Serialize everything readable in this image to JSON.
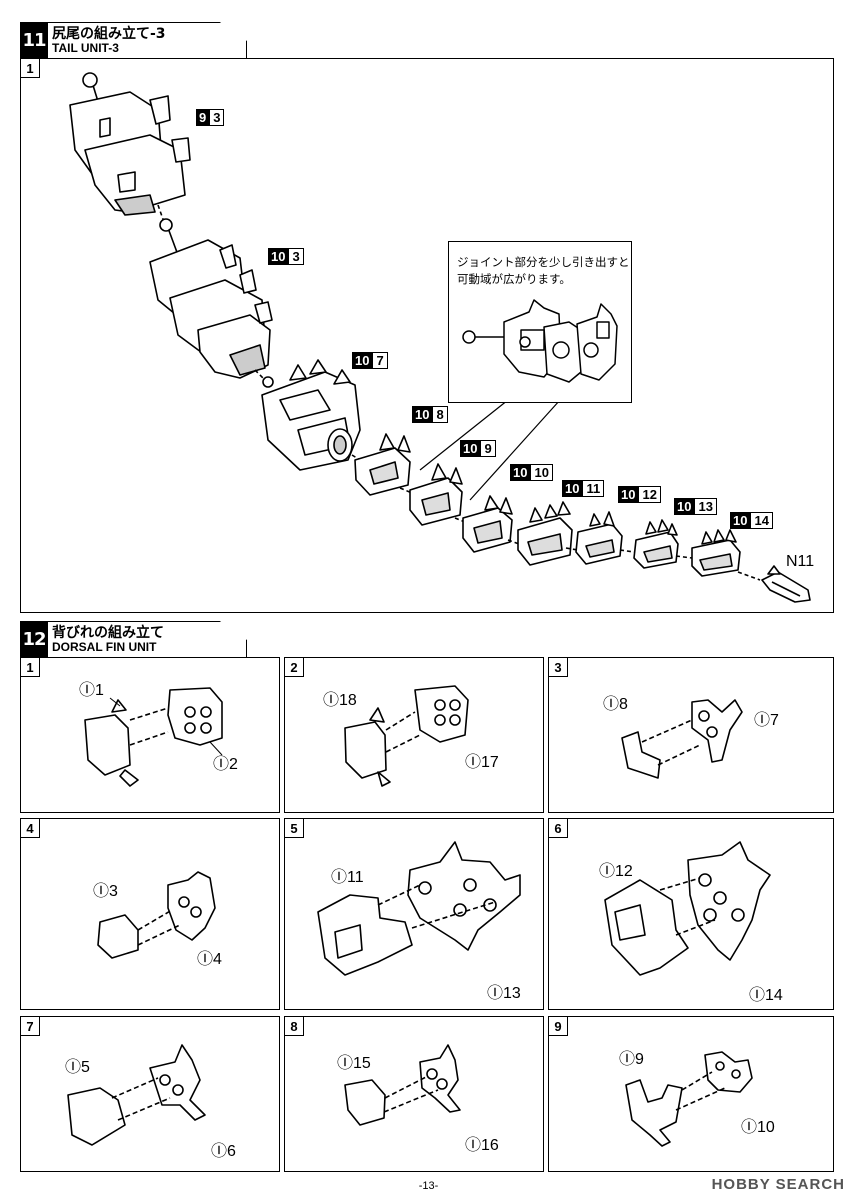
{
  "section_tail": {
    "number": "11",
    "title_jp": "尻尾の組み立て-3",
    "title_en": "TAIL UNIT-3",
    "step": "1"
  },
  "tail_parts": {
    "p93": {
      "a": "9",
      "b": "3"
    },
    "p103": {
      "a": "10",
      "b": "3"
    },
    "p107": {
      "a": "10",
      "b": "7"
    },
    "p108": {
      "a": "10",
      "b": "8"
    },
    "p109": {
      "a": "10",
      "b": "9"
    },
    "p1010": {
      "a": "10",
      "b": "10"
    },
    "p1011": {
      "a": "10",
      "b": "11"
    },
    "p1012": {
      "a": "10",
      "b": "12"
    },
    "p1013": {
      "a": "10",
      "b": "13"
    },
    "p1014": {
      "a": "10",
      "b": "14"
    },
    "n11": "N11"
  },
  "callout_text": {
    "line1": "ジョイント部分を少し引き出すと",
    "line2": "可動域が広がります。"
  },
  "section_fin": {
    "number": "12",
    "title_jp": "背びれの組み立て",
    "title_en": "DORSAL FIN UNIT"
  },
  "steps": [
    {
      "n": "1",
      "a": "Ⓘ1",
      "b": "Ⓘ2"
    },
    {
      "n": "2",
      "a": "Ⓘ18",
      "b": "Ⓘ17"
    },
    {
      "n": "3",
      "a": "Ⓘ8",
      "b": "Ⓘ7"
    },
    {
      "n": "4",
      "a": "Ⓘ3",
      "b": "Ⓘ4"
    },
    {
      "n": "5",
      "a": "Ⓘ11",
      "b": "Ⓘ13"
    },
    {
      "n": "6",
      "a": "Ⓘ12",
      "b": "Ⓘ14"
    },
    {
      "n": "7",
      "a": "Ⓘ5",
      "b": "Ⓘ6"
    },
    {
      "n": "8",
      "a": "Ⓘ15",
      "b": "Ⓘ16"
    },
    {
      "n": "9",
      "a": "Ⓘ9",
      "b": "Ⓘ10"
    }
  ],
  "page_number": "-13-",
  "watermark": "HOBBY SEARCH"
}
